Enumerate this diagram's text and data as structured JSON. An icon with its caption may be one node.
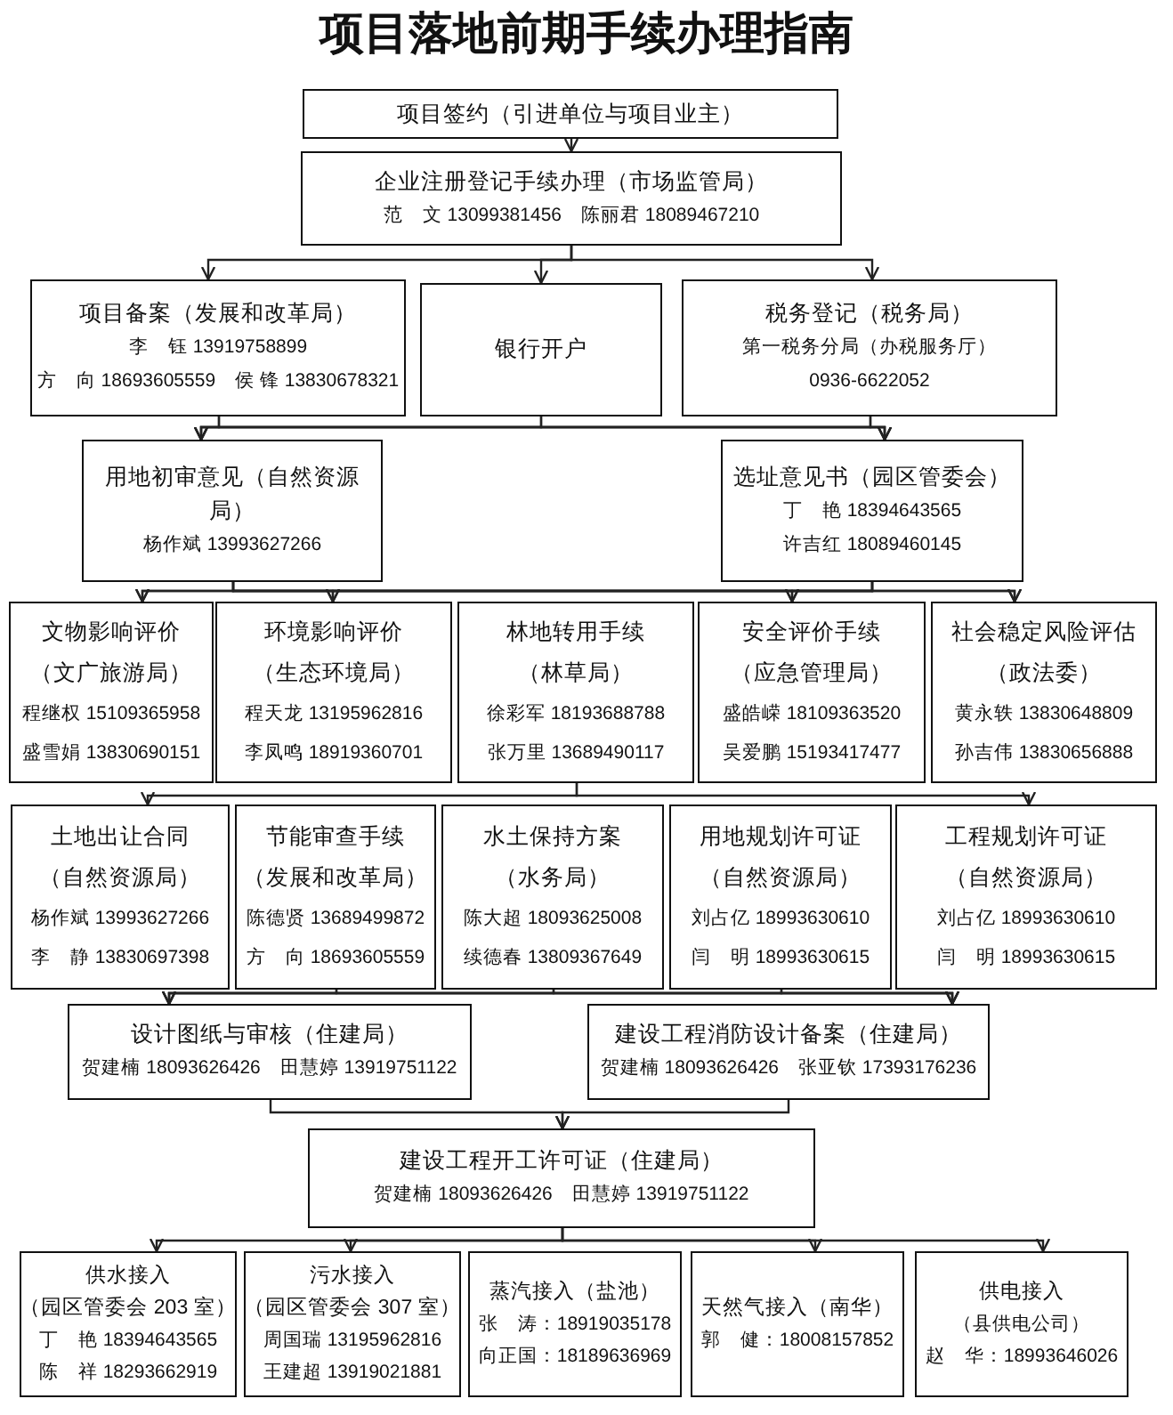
{
  "diagram": {
    "title": "项目落地前期手续办理指南",
    "nodes": [
      {
        "text": [
          "项目签约（引进单位与项目业主）"
        ]
      },
      {
        "text": [
          "企业注册登记手续办理（市场监管局）",
          "范　文 13099381456　陈丽君 18089467210"
        ]
      },
      {
        "text": [
          "项目备案（发展和改革局）",
          "李　钰 13919758899",
          "方　向 18693605559　侯 锋 13830678321"
        ]
      },
      {
        "text": [
          "银行开户"
        ]
      },
      {
        "text": [
          "税务登记（税务局）",
          "第一税务分局（办税服务厅）",
          "0936-6622052"
        ]
      },
      {
        "text": [
          "用地初审意见（自然资源局）",
          "杨作斌 13993627266"
        ]
      },
      {
        "text": [
          "选址意见书（园区管委会）",
          "丁　艳 18394643565",
          "许吉红 18089460145"
        ]
      },
      {
        "text": [
          "文物影响评价",
          "（文广旅游局）",
          "程继权 15109365958",
          "盛雪娟 13830690151"
        ]
      },
      {
        "text": [
          "环境影响评价",
          "（生态环境局）",
          "程天龙 13195962816",
          "李凤鸣 18919360701"
        ]
      },
      {
        "text": [
          "林地转用手续",
          "（林草局）",
          "徐彩军 18193688788",
          "张万里 13689490117"
        ]
      },
      {
        "text": [
          "安全评价手续",
          "（应急管理局）",
          "盛皓嵘 18109363520",
          "吴爱鹏 15193417477"
        ]
      },
      {
        "text": [
          "社会稳定风险评估",
          "（政法委）",
          "黄永轶 13830648809",
          "孙吉伟 13830656888"
        ]
      },
      {
        "text": [
          "土地出让合同",
          "（自然资源局）",
          "杨作斌 13993627266",
          "李　静 13830697398"
        ]
      },
      {
        "text": [
          "节能审查手续",
          "（发展和改革局）",
          "陈德贤 13689499872",
          "方　向 18693605559"
        ]
      },
      {
        "text": [
          "水土保持方案",
          "（水务局）",
          "陈大超 18093625008",
          "续德春 13809367649"
        ]
      },
      {
        "text": [
          "用地规划许可证",
          "（自然资源局）",
          "刘占亿 18993630610",
          "闫　明 18993630615"
        ]
      },
      {
        "text": [
          "工程规划许可证",
          "（自然资源局）",
          "刘占亿 18993630610",
          "闫　明 18993630615"
        ]
      },
      {
        "text": [
          "设计图纸与审核（住建局）",
          "贺建楠 18093626426　田慧婷 13919751122"
        ]
      },
      {
        "text": [
          "建设工程消防设计备案（住建局）",
          "贺建楠 18093626426　张亚钦 17393176236"
        ]
      },
      {
        "text": [
          "建设工程开工许可证（住建局）",
          "贺建楠 18093626426　田慧婷 13919751122"
        ]
      },
      {
        "text": [
          "供水接入",
          "（园区管委会 203 室）",
          "丁　艳 18394643565",
          "陈　祥 18293662919"
        ]
      },
      {
        "text": [
          "污水接入",
          "（园区管委会 307 室）",
          "周国瑞 13195962816",
          "王建超 13919021881"
        ]
      },
      {
        "text": [
          "蒸汽接入（盐池）",
          "张　涛：18919035178",
          "向正国：18189636969"
        ]
      },
      {
        "text": [
          "天然气接入（南华）",
          "郭　健：18008157852"
        ]
      },
      {
        "text": [
          "供电接入",
          "（县供电公司）",
          "赵　华：18993646026"
        ]
      }
    ],
    "edges": [
      {
        "from": 0,
        "to": 1,
        "arrow": "to"
      },
      {
        "from": 1,
        "to": 2,
        "arrow": "to"
      },
      {
        "from": 1,
        "to": 3,
        "arrow": "to"
      },
      {
        "from": 1,
        "to": 4,
        "arrow": "to"
      },
      {
        "from": 2,
        "to": 5,
        "arrow": "to"
      },
      {
        "from": 3,
        "to": 5,
        "arrow": "to"
      },
      {
        "from": 4,
        "to": 5,
        "arrow": "to"
      },
      {
        "from": 2,
        "to": 6,
        "arrow": "to"
      },
      {
        "from": 3,
        "to": 6,
        "arrow": "to"
      },
      {
        "from": 4,
        "to": 6,
        "arrow": "to"
      },
      {
        "from": 5,
        "to": 7,
        "arrow": "to"
      },
      {
        "from": 5,
        "to": 8,
        "arrow": "to"
      },
      {
        "from": 5,
        "to": 10,
        "arrow": "to"
      },
      {
        "from": 5,
        "to": 11,
        "arrow": "to"
      },
      {
        "from": 6,
        "to": 7,
        "arrow": "to"
      },
      {
        "from": 6,
        "to": 8,
        "arrow": "to"
      },
      {
        "from": 6,
        "to": 10,
        "arrow": "to"
      },
      {
        "from": 6,
        "to": 11,
        "arrow": "to"
      },
      {
        "from": 9,
        "to": 12,
        "arrow": "to"
      },
      {
        "from": 9,
        "to": 16,
        "arrow": "to"
      },
      {
        "from": 13,
        "to": 17,
        "arrow": "to"
      },
      {
        "from": 14,
        "to": 17,
        "arrow": "to"
      },
      {
        "from": 15,
        "to": 17,
        "arrow": "to"
      },
      {
        "from": 13,
        "to": 18,
        "arrow": "to"
      },
      {
        "from": 14,
        "to": 18,
        "arrow": "to"
      },
      {
        "from": 15,
        "to": 18,
        "arrow": "to"
      },
      {
        "from": 17,
        "to": 19,
        "arrow": "to"
      },
      {
        "from": 18,
        "to": 19,
        "arrow": "to"
      },
      {
        "from": 19,
        "to": 20,
        "arrow": "to"
      },
      {
        "from": 19,
        "to": 21,
        "arrow": "to"
      },
      {
        "from": 19,
        "to": 23,
        "arrow": "to"
      },
      {
        "from": 19,
        "to": 24,
        "arrow": "to"
      }
    ]
  }
}
